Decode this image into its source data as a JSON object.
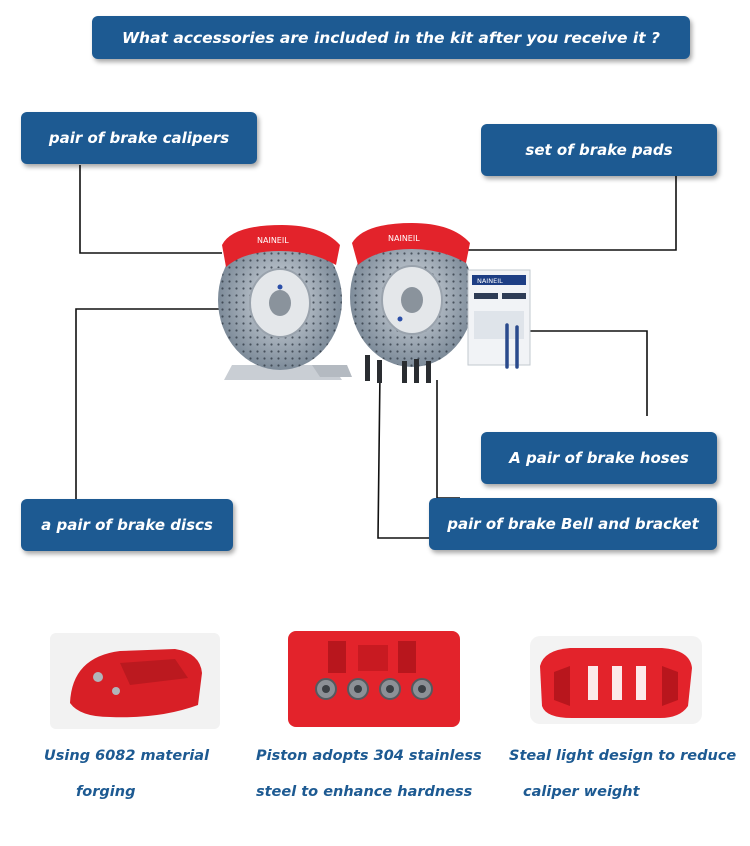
{
  "header": {
    "title": "What accessories are included in the kit after you receive it ?"
  },
  "labels": {
    "calipers": "pair of brake calipers",
    "pads": "set of brake pads",
    "hoses": "A pair of brake hoses",
    "discs": "a pair of brake discs",
    "bell_bracket": "pair of brake Bell and bracket"
  },
  "product": {
    "caliper_brand": "NAINEIL",
    "pad_box_text": "NAINEIL",
    "accent_color": "#e3232b",
    "banner_color": "#1d5a92"
  },
  "features": [
    {
      "line1": "Using 6082 material",
      "line2": "forging",
      "icon": "caliper-forging-photo"
    },
    {
      "line1": "Piston adopts 304 stainless",
      "line2": "steel to enhance hardness",
      "icon": "caliper-piston-photo"
    },
    {
      "line1": "Steal light design to reduce",
      "line2": "caliper weight",
      "icon": "caliper-light-design-photo"
    }
  ]
}
